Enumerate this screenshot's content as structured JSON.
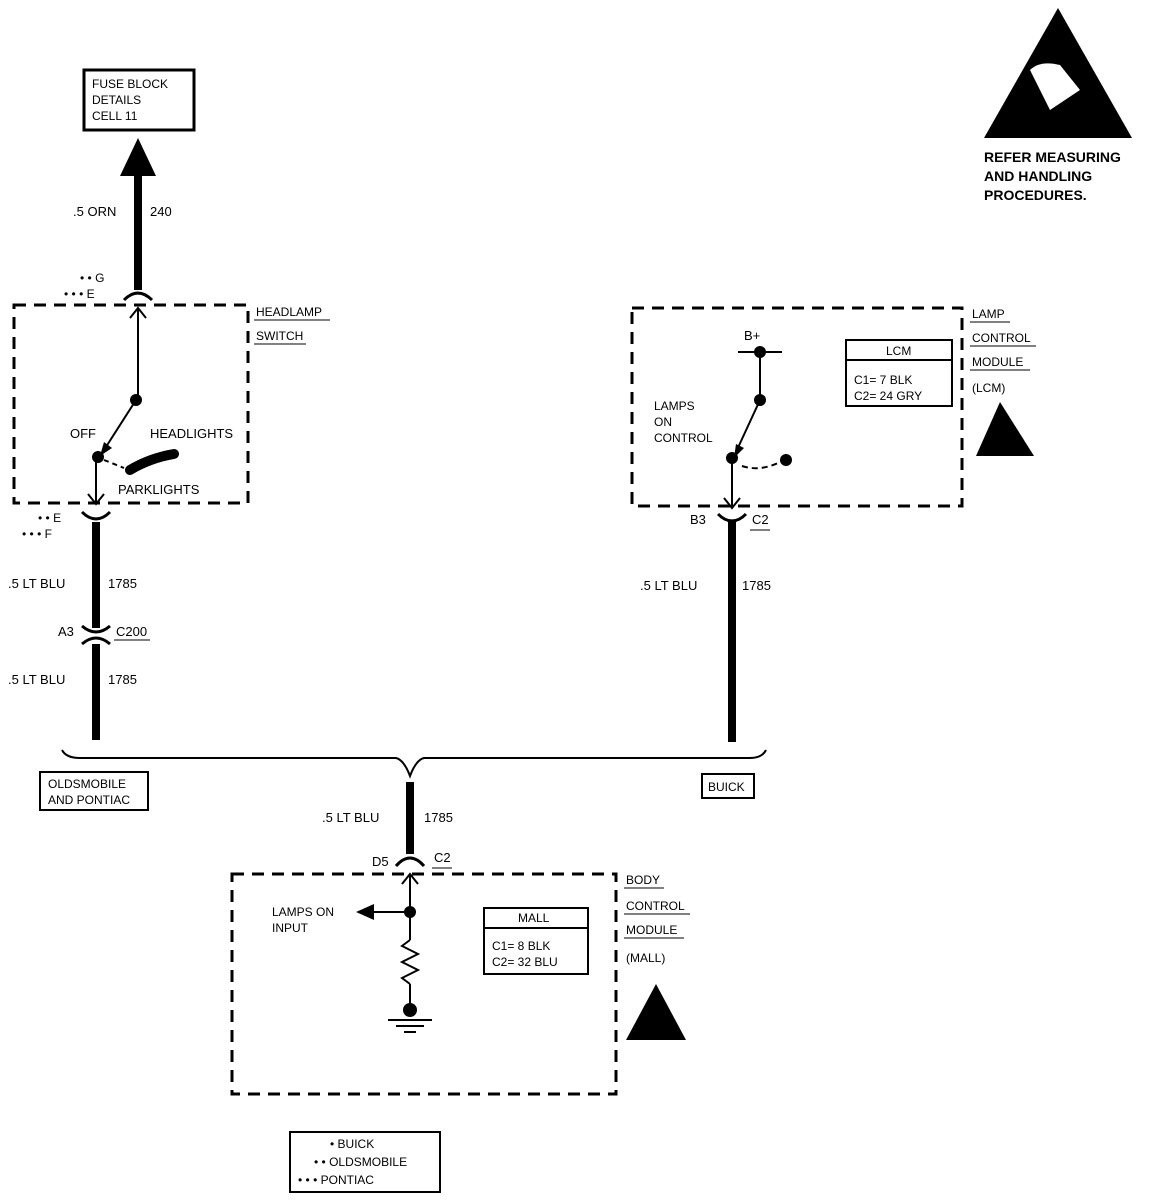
{
  "fuse_block": {
    "line1": "FUSE BLOCK",
    "line2": "DETAILS",
    "line3": "CELL 11"
  },
  "esd_notice": {
    "line1": "REFER MEASURING",
    "line2": "AND HANDLING",
    "line3": "PROCEDURES."
  },
  "wire_top": {
    "size_color": ".5 ORN",
    "circuit": "240"
  },
  "headlamp_switch": {
    "label1": "HEADLAMP",
    "label2": "SWITCH",
    "pin_top_dots1": "• • G",
    "pin_top_dots2": "• • • E",
    "off": "OFF",
    "headlights": "HEADLIGHTS",
    "parklights": "PARKLIGHTS",
    "pin_bot_dots1": "• • E",
    "pin_bot_dots2": "• • • F"
  },
  "left_wire_upper": {
    "size_color": ".5 LT BLU",
    "circuit": "1785"
  },
  "connector_c200": {
    "pin": "A3",
    "name": "C200"
  },
  "left_wire_lower": {
    "size_color": ".5 LT BLU",
    "circuit": "1785"
  },
  "lcm": {
    "label1": "LAMP",
    "label2": "CONTROL",
    "label3": "MODULE",
    "label4": "(LCM)",
    "bplus": "B+",
    "lamps_on_1": "LAMPS",
    "lamps_on_2": "ON",
    "lamps_on_3": "CONTROL",
    "table_title": "LCM",
    "table_c1": "C1= 7 BLK",
    "table_c2": "C2= 24 GRY",
    "pin": "B3",
    "connector": "C2"
  },
  "right_wire": {
    "size_color": ".5 LT BLU",
    "circuit": "1785"
  },
  "branch": {
    "left": "OLDSMOBILE",
    "left2": "AND PONTIAC",
    "right": "BUICK"
  },
  "center_wire": {
    "size_color": ".5 LT BLU",
    "circuit": "1785"
  },
  "bcm": {
    "pin": "D5",
    "connector": "C2",
    "label1": "BODY",
    "label2": "CONTROL",
    "label3": "MODULE",
    "label4": "(MALL)",
    "input_1": "LAMPS ON",
    "input_2": "INPUT",
    "table_title": "MALL",
    "table_c1": "C1= 8 BLK",
    "table_c2": "C2= 32 BLU"
  },
  "legend": {
    "buick": "• BUICK",
    "olds": "• • OLDSMOBILE",
    "pontiac": "• • • PONTIAC"
  }
}
